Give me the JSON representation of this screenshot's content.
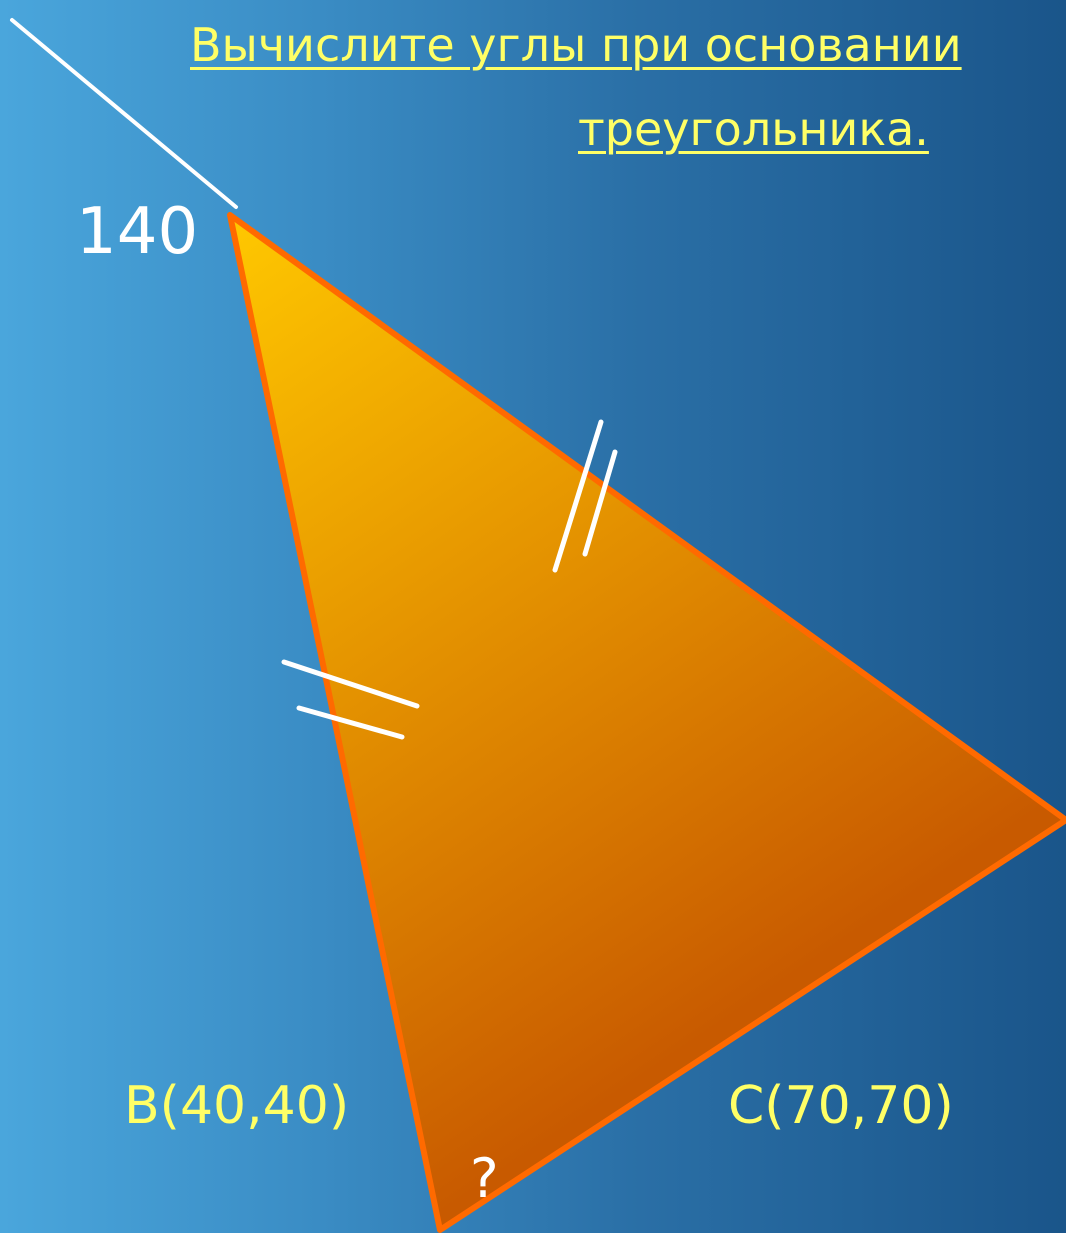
{
  "title": {
    "line1": "Вычислите углы при основании",
    "line2": "треугольника."
  },
  "labels": {
    "exterior_angle": "140",
    "vertex_b": "В(40,40)",
    "vertex_c": "С(70,70)",
    "unknown_angle": "?"
  },
  "colors": {
    "triangle_fill_start": "#ffc800",
    "triangle_fill_end": "#c85a00",
    "triangle_stroke": "#ff6a00",
    "title_text": "#ffff66",
    "marks": "#ffffff"
  }
}
